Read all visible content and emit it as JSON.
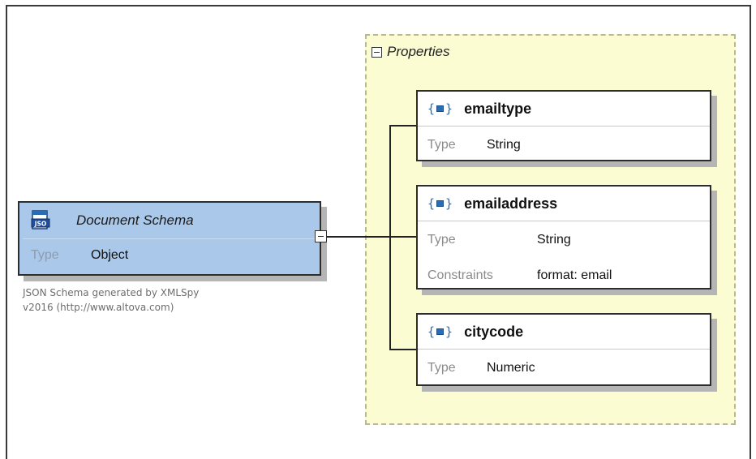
{
  "root": {
    "title": "Document Schema",
    "type_label": "Type",
    "type_value": "Object",
    "icon_text": "JSO",
    "caption_line1": "JSON Schema generated by XMLSpy",
    "caption_line2": "v2016 (http://www.altova.com)"
  },
  "properties": {
    "title": "Properties",
    "items": [
      {
        "name": "emailtype",
        "rows": [
          {
            "label": "Type",
            "value": "String"
          }
        ]
      },
      {
        "name": "emailaddress",
        "rows": [
          {
            "label": "Type",
            "value": "String"
          },
          {
            "label": "Constraints",
            "value": "format: email"
          }
        ]
      },
      {
        "name": "citycode",
        "rows": [
          {
            "label": "Type",
            "value": "Numeric"
          }
        ]
      }
    ]
  },
  "colors": {
    "root_fill": "#a9c8ea",
    "properties_fill": "#fcfcd2",
    "icon_blue": "#2a6db5"
  }
}
